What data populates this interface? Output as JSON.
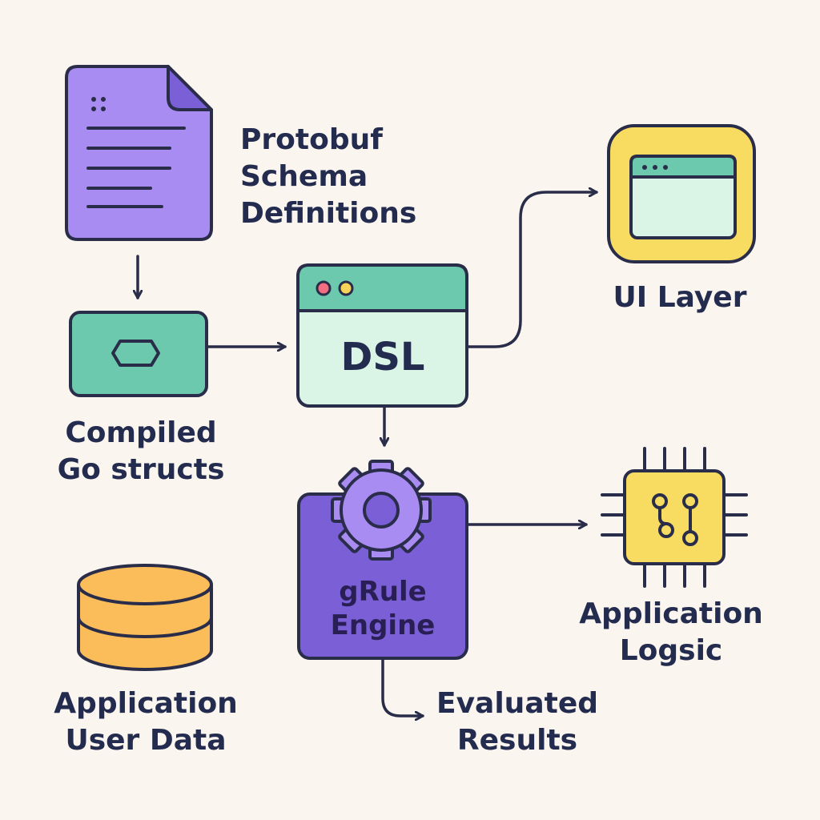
{
  "nodes": {
    "protobuf": {
      "label_lines": [
        "Protobuf",
        "Schema",
        "Definitions"
      ],
      "icon": "document-icon"
    },
    "go_structs": {
      "label_lines": [
        "Compiled",
        "Go structs"
      ],
      "icon": "hexagon-code-icon"
    },
    "dsl": {
      "label": "DSL",
      "icon": "browser-window-icon"
    },
    "ui_layer": {
      "label": "UI Layer",
      "icon": "app-window-icon"
    },
    "grule_engine": {
      "label_lines": [
        "gRule",
        "Engine"
      ],
      "icon": "gear-icon"
    },
    "app_logic": {
      "label_lines": [
        "Application",
        "Logsic"
      ],
      "icon": "chip-icon"
    },
    "user_data": {
      "label_lines": [
        "Application",
        "User Data"
      ],
      "icon": "database-icon"
    },
    "results": {
      "label_lines": [
        "Evaluated",
        "Results"
      ]
    }
  },
  "edges": [
    {
      "from": "protobuf",
      "to": "go_structs"
    },
    {
      "from": "go_structs",
      "to": "dsl"
    },
    {
      "from": "dsl",
      "to": "ui_layer"
    },
    {
      "from": "dsl",
      "to": "grule_engine"
    },
    {
      "from": "grule_engine",
      "to": "app_logic"
    },
    {
      "from": "grule_engine",
      "to": "results"
    }
  ],
  "colors": {
    "background": "#faf5ee",
    "outline": "#2a2d4a",
    "purple": "#a98cf2",
    "purple_dark": "#7a5fd6",
    "teal": "#6cc9ad",
    "mint": "#daf4e6",
    "yellow": "#f8dc62",
    "orange": "#fbbd59"
  }
}
